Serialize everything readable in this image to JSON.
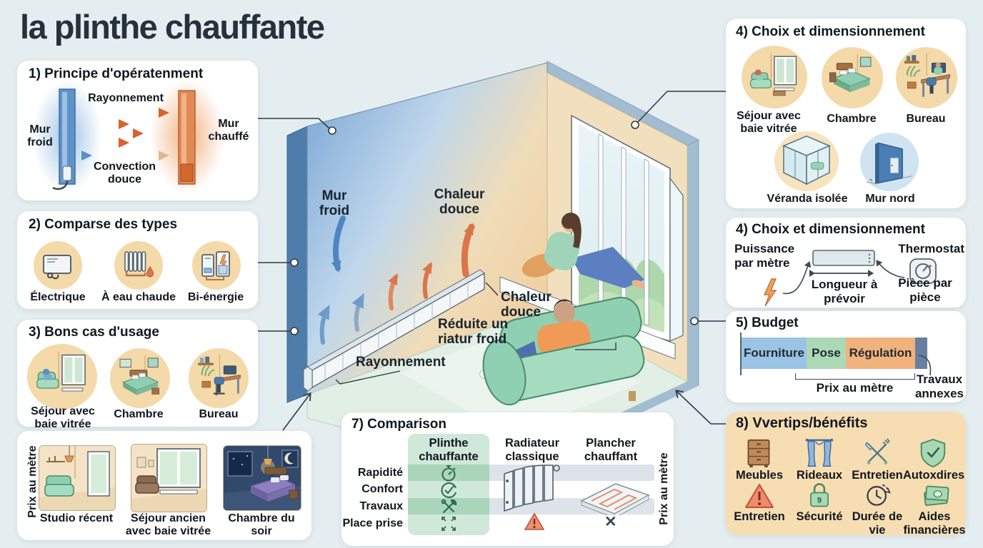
{
  "title": "la plinthe chauffante",
  "principle": {
    "heading": "1) Principe d'opératenment",
    "cold_wall": "Mur froid",
    "hot_wall": "Mur chauffé",
    "radiation": "Rayonnement",
    "convection": "Convection douce"
  },
  "types": {
    "heading": "2) Comparse des types",
    "items": [
      {
        "label": "Électrique",
        "icon": "electric-convector-icon"
      },
      {
        "label": "À eau chaude",
        "icon": "hot-water-radiator-icon"
      },
      {
        "label": "Bi-énergie",
        "icon": "dual-energy-icon"
      }
    ]
  },
  "use_cases": {
    "heading": "3) Bons cas d'usage",
    "items": [
      {
        "label": "Séjour avec baie vitrée",
        "icon": "living-room-icon"
      },
      {
        "label": "Chambre",
        "icon": "bedroom-icon"
      },
      {
        "label": "Bureau",
        "icon": "office-icon"
      }
    ]
  },
  "price_rooms": {
    "side_label": "Prix au mètre",
    "items": [
      {
        "label": "Studio récent",
        "icon": "recent-studio-scene"
      },
      {
        "label": "Séjour ancien avec baie vitrée",
        "icon": "old-living-room-scene"
      },
      {
        "label": "Chambre du soir",
        "icon": "night-bedroom-scene"
      }
    ]
  },
  "scene": {
    "cold_wall": "Mur froid",
    "warm_air_top": "Chaleur douce",
    "warm_air_right": "Chaleur douce",
    "cold_wall_note": "Réduite un riatur froid",
    "radiation": "Rayonnement"
  },
  "sizing_rooms": {
    "heading": "4) Choix et dimensionnement",
    "items": [
      {
        "label": "Séjour avec baie vitrée",
        "icon": "living-room-icon"
      },
      {
        "label": "Chambre",
        "icon": "bedroom-icon"
      },
      {
        "label": "Bureau",
        "icon": "office-icon"
      },
      {
        "label": "Véranda isolée",
        "icon": "veranda-icon"
      },
      {
        "label": "Mur nord",
        "icon": "north-wall-icon"
      }
    ]
  },
  "sizing_specs": {
    "heading": "4) Choix et dimensionnement",
    "power": "Puissance par mètre",
    "length": "Longueur à prévoir",
    "thermostat": "Thermostat",
    "per_room": "Pièce par pièce"
  },
  "budget": {
    "heading": "5) Budget",
    "segments": [
      {
        "label": "Fourniture",
        "color": "#9ac3e4"
      },
      {
        "label": "Pose",
        "color": "#abd9b6"
      },
      {
        "label": "Régulation",
        "color": "#f2b27d"
      },
      {
        "label": "",
        "color": "#68809f"
      }
    ],
    "bracket_label": "Prix au mètre",
    "annex_label": "Travaux annexes"
  },
  "comparison": {
    "heading": "7) Comparison",
    "columns": [
      {
        "label": "Plinthe chauffante"
      },
      {
        "label": "Radiateur classique"
      },
      {
        "label": "Plancher chauffant"
      }
    ],
    "rows": [
      {
        "label": "Rapidité",
        "icon": "stopwatch-icon"
      },
      {
        "label": "Confort",
        "icon": "check-circle-icon"
      },
      {
        "label": "Travaux",
        "icon": "tools-icon"
      },
      {
        "label": "Place prise",
        "icon": "expand-arrows-icon"
      }
    ],
    "side_label": "Prix au mètre"
  },
  "benefits": {
    "heading": "8) Vvertips/bénéfits",
    "items": [
      {
        "label": "Meubles",
        "icon": "dresser-icon"
      },
      {
        "label": "Rideaux",
        "icon": "curtains-icon"
      },
      {
        "label": "Entretien",
        "icon": "cutlery-icon"
      },
      {
        "label": "Autoxdires",
        "icon": "shield-check-icon"
      },
      {
        "label": "Entretien",
        "icon": "warning-icon"
      },
      {
        "label": "Sécurité",
        "icon": "padlock-icon"
      },
      {
        "label": "Durée de vie",
        "icon": "lifetime-clock-icon"
      },
      {
        "label": "Aides financières",
        "icon": "banknotes-icon"
      }
    ]
  }
}
